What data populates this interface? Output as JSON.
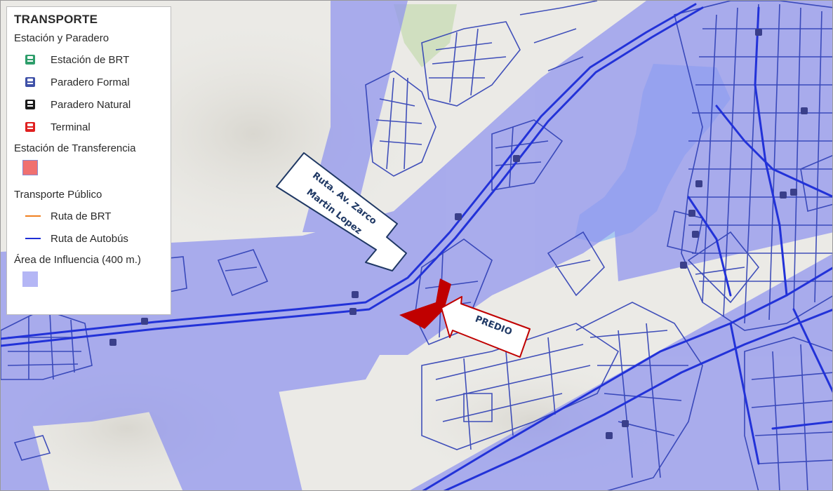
{
  "legend": {
    "title": "TRANSPORTE",
    "section_station": "Estación y Paradero",
    "items_station": [
      {
        "label": "Estación de BRT",
        "color": "#2e9e6b",
        "icon": "bus-stop-icon"
      },
      {
        "label": "Paradero Formal",
        "color": "#3f51a8",
        "icon": "bus-stop-icon"
      },
      {
        "label": "Paradero Natural",
        "color": "#1a1a1a",
        "icon": "bus-stop-icon"
      },
      {
        "label": "Terminal",
        "color": "#e02020",
        "icon": "bus-stop-icon"
      }
    ],
    "section_transfer": "Estación de Transferencia",
    "transfer_color": "#f07070",
    "section_public": "Transporte Público",
    "items_public": [
      {
        "label": "Ruta de BRT",
        "color": "#f08020"
      },
      {
        "label": "Ruta de Autobús",
        "color": "#1f2fd6"
      }
    ],
    "section_influence": "Área de Influencia (400 m.)",
    "influence_color": "#b4b6f5"
  },
  "annotations": {
    "route_line1": "Ruta. Av. Zarco",
    "route_line2": "Martin Lopez",
    "predio": "PREDIO"
  },
  "colors": {
    "basemap": "#ebeae6",
    "influence_area": "#8f94ef",
    "bus_route": "#2232d8",
    "predio": "#c00000",
    "callout_border": "#1f3864",
    "predio_border": "#c00000"
  }
}
